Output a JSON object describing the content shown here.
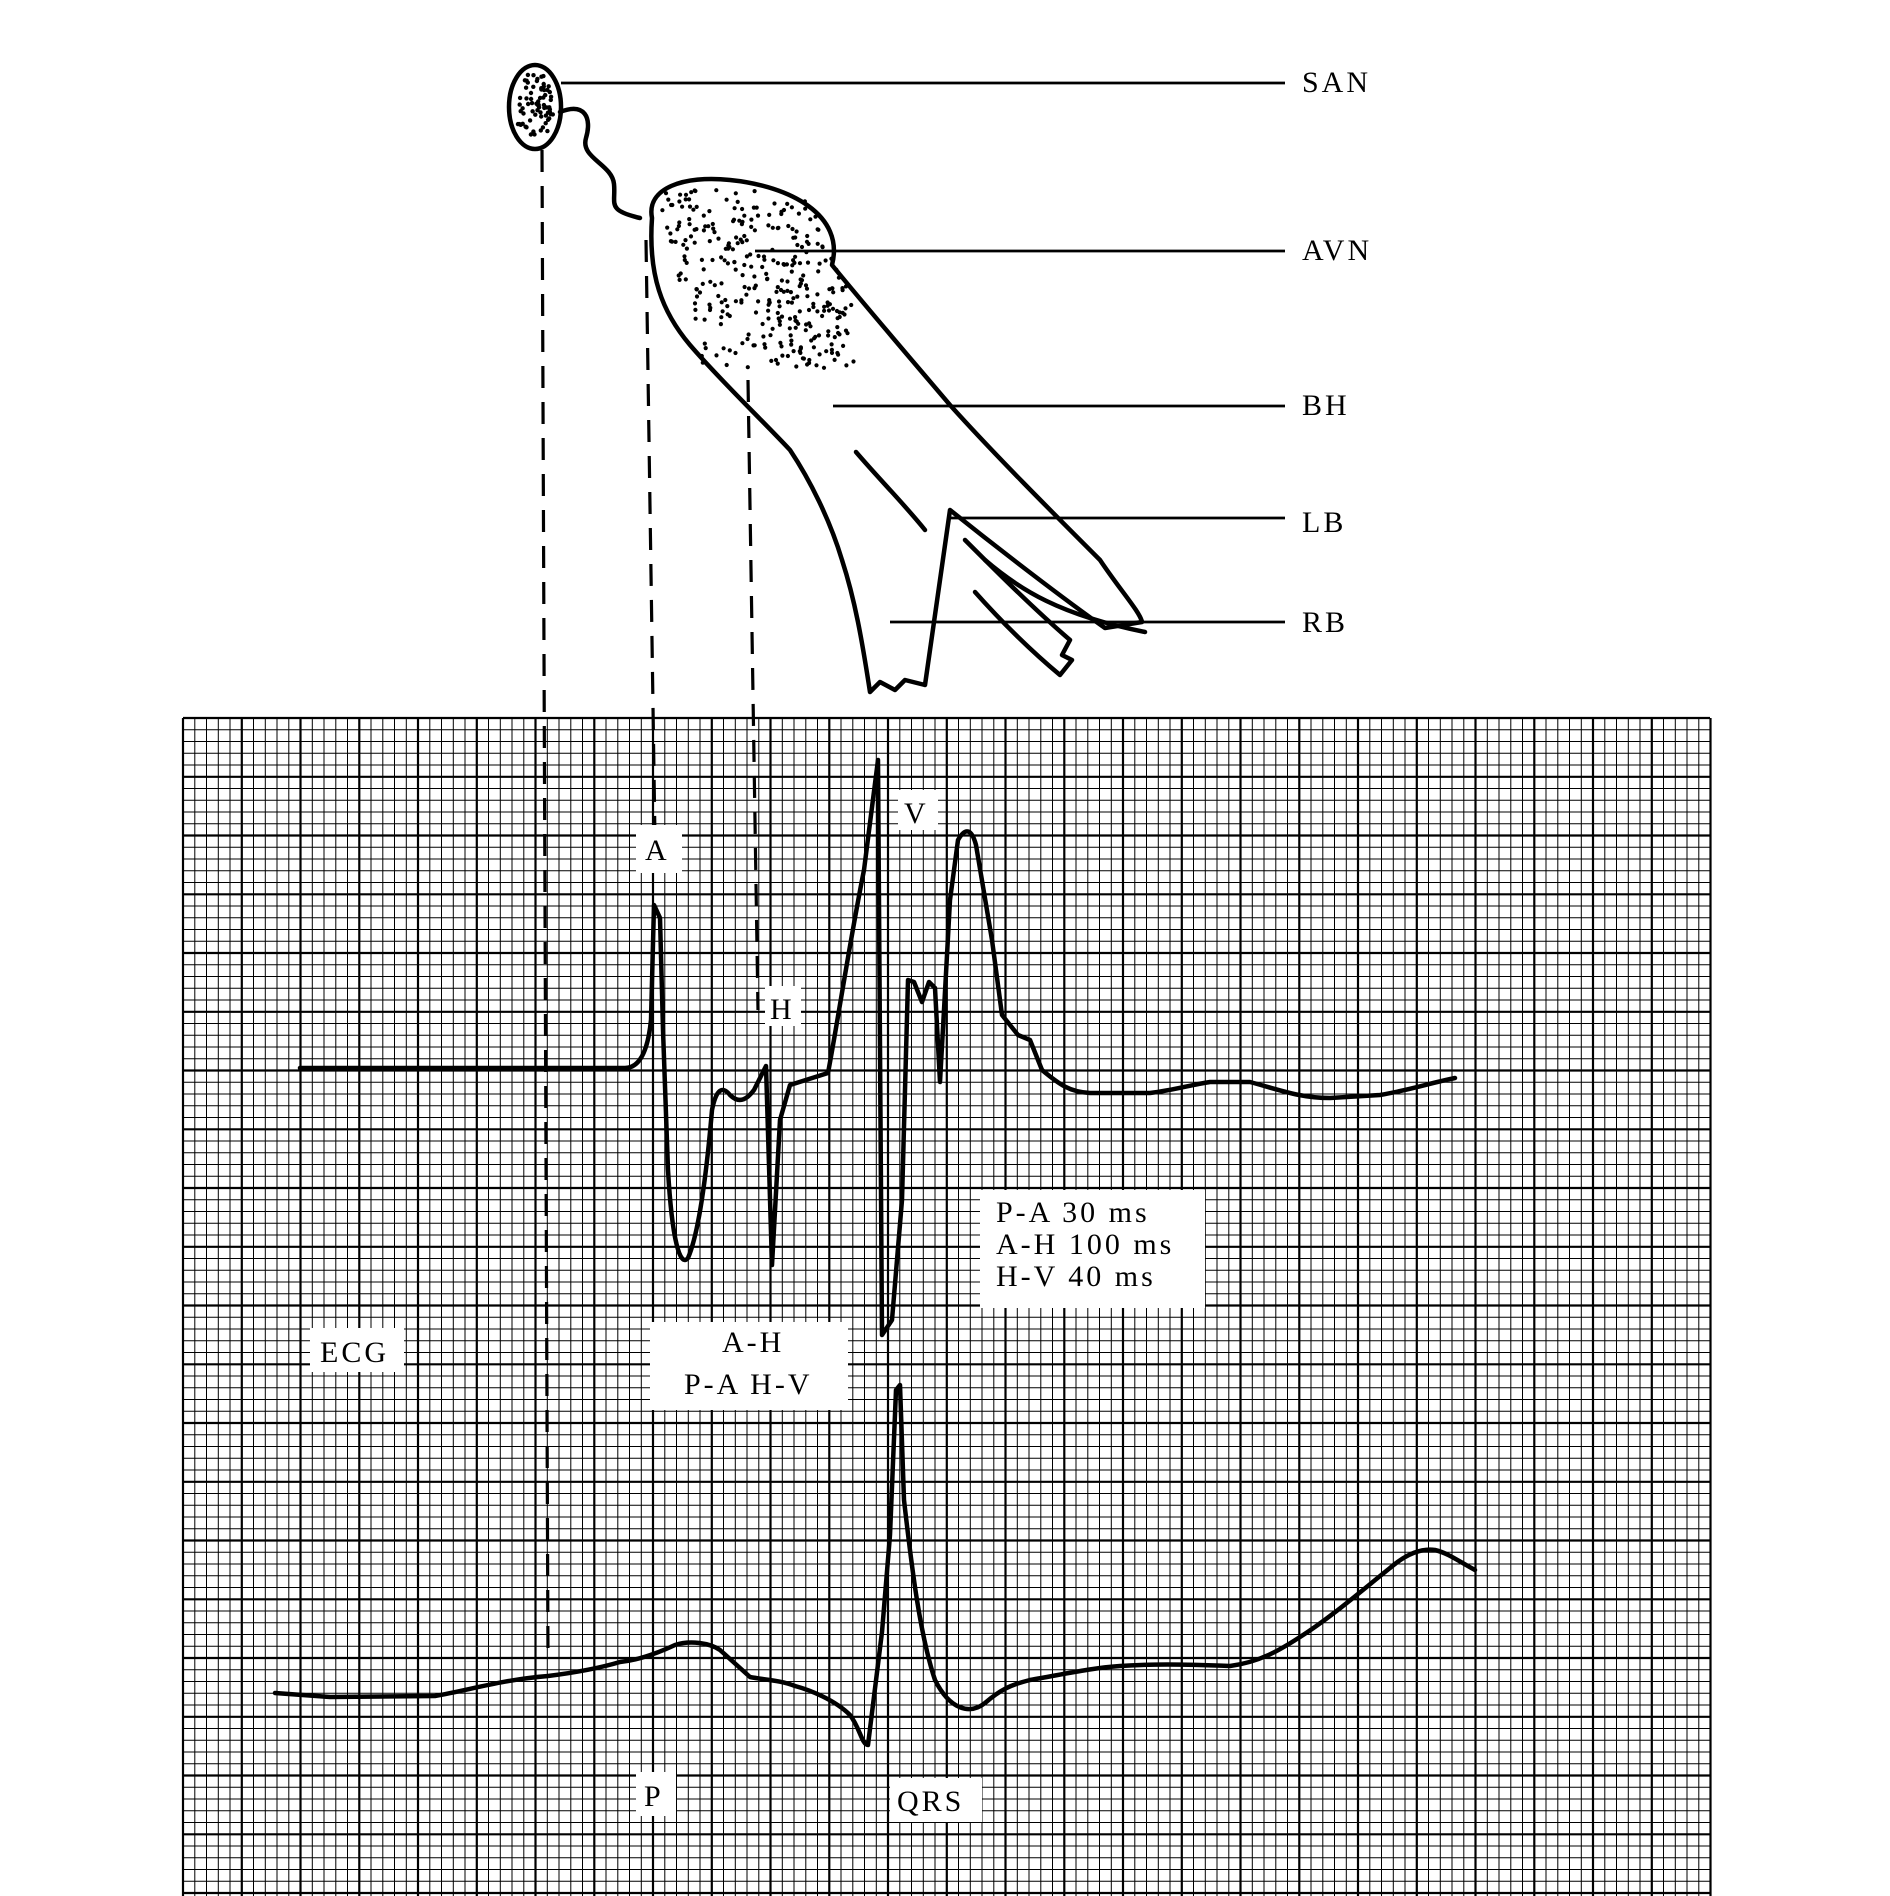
{
  "anatomy_labels": {
    "san": "SAN",
    "avn": "AVN",
    "bh": "BH",
    "lb": "LB",
    "rb": "RB"
  },
  "his_labels": {
    "a": "A",
    "h": "H",
    "v": "V"
  },
  "intervals": {
    "line1": "P-A 30 ms",
    "line2": "A-H 100 ms",
    "line3": "H-V 40 ms"
  },
  "interval_markers": {
    "top": "A-H",
    "bottom": "P-A H-V"
  },
  "ecg_labels": {
    "ecg": "ECG",
    "p": "P",
    "qrs": "QRS"
  }
}
